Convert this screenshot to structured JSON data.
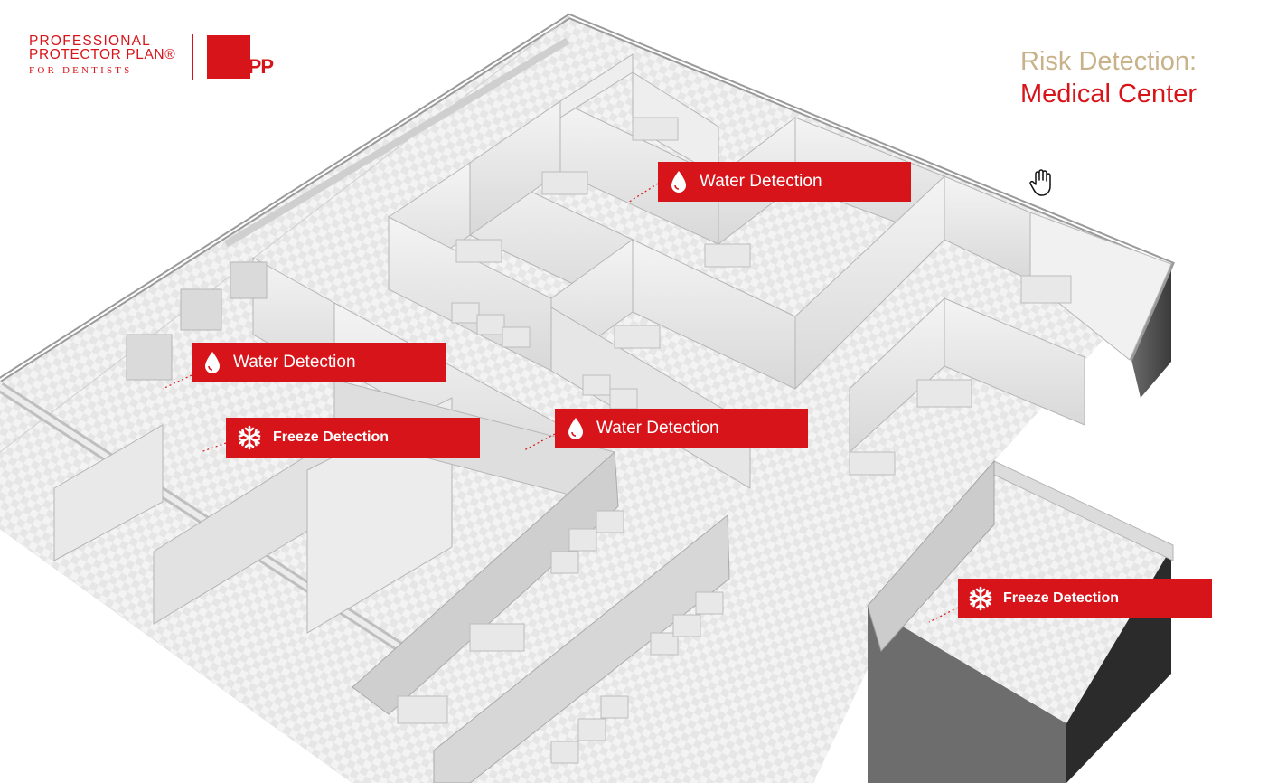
{
  "brand": {
    "line1": "PROFESSIONAL",
    "line2": "PROTECTOR PLAN®",
    "line3": "FOR DENTISTS",
    "mark": "PPP",
    "color": "#d7141a"
  },
  "title": {
    "line1": "Risk Detection:",
    "line2": "Medical Center",
    "line1_color": "#c8b28a",
    "line2_color": "#d7141a"
  },
  "hotspots": [
    {
      "type": "water",
      "icon": "water-drop-icon",
      "label": "Water Detection"
    },
    {
      "type": "water",
      "icon": "water-drop-icon",
      "label": "Water Detection"
    },
    {
      "type": "freeze",
      "icon": "snowflake-icon",
      "label": "Freeze Detection"
    },
    {
      "type": "water",
      "icon": "water-drop-icon",
      "label": "Water Detection"
    },
    {
      "type": "freeze",
      "icon": "snowflake-icon",
      "label": "Freeze Detection"
    }
  ],
  "cursor": {
    "icon": "grab-hand-icon"
  },
  "scene": {
    "description_icon": "floor-plan-3d"
  }
}
